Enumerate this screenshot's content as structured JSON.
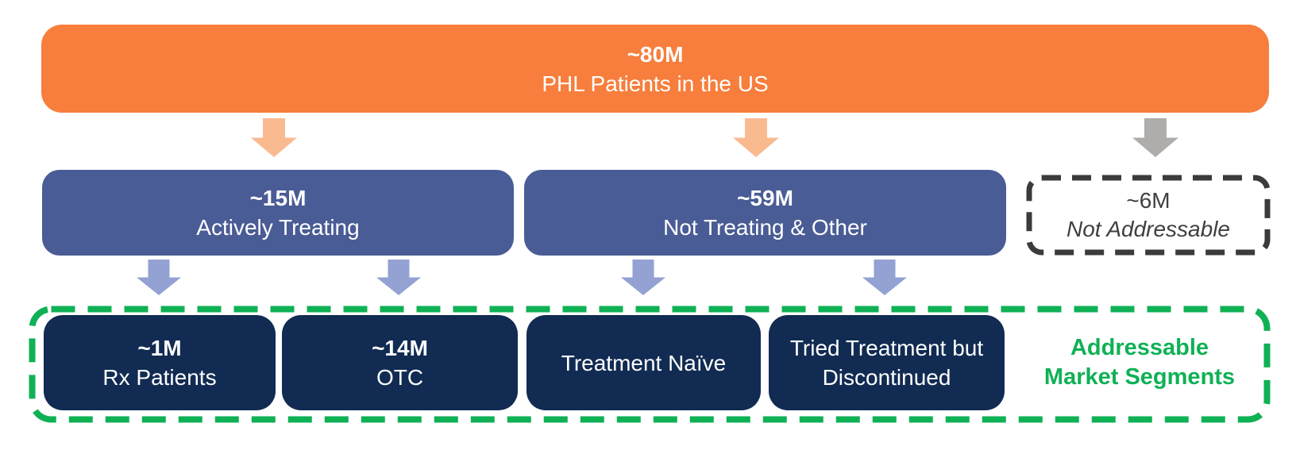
{
  "colors": {
    "orange": "#F77E3C",
    "peach_arrow": "#FABA90",
    "gray_arrow": "#AFADAB",
    "mid_blue": "#4A5C95",
    "periwinkle_arrow": "#93A2D3",
    "navy": "#112B52",
    "green": "#0FB155",
    "dark_dash": "#3B3B3B",
    "dark_text": "#3F3F3F",
    "white_text": "#FFFFFF"
  },
  "icons": {
    "down_arrow": "down-arrow"
  },
  "funnel": {
    "total": {
      "value": "~80M",
      "label": "PHL Patients in the US"
    },
    "level2": [
      {
        "value": "~15M",
        "label": "Actively Treating"
      },
      {
        "value": "~59M",
        "label": "Not Treating & Other"
      }
    ],
    "not_addressable": {
      "value": "~6M",
      "label": "Not Addressable"
    },
    "segments": [
      {
        "value": "~1M",
        "label": "Rx Patients"
      },
      {
        "value": "~14M",
        "label": "OTC"
      },
      {
        "value": "",
        "label": "Treatment Naïve"
      },
      {
        "value": "",
        "label": "Tried Treatment but Discontinued"
      }
    ],
    "addressable_label": "Addressable\nMarket Segments"
  }
}
